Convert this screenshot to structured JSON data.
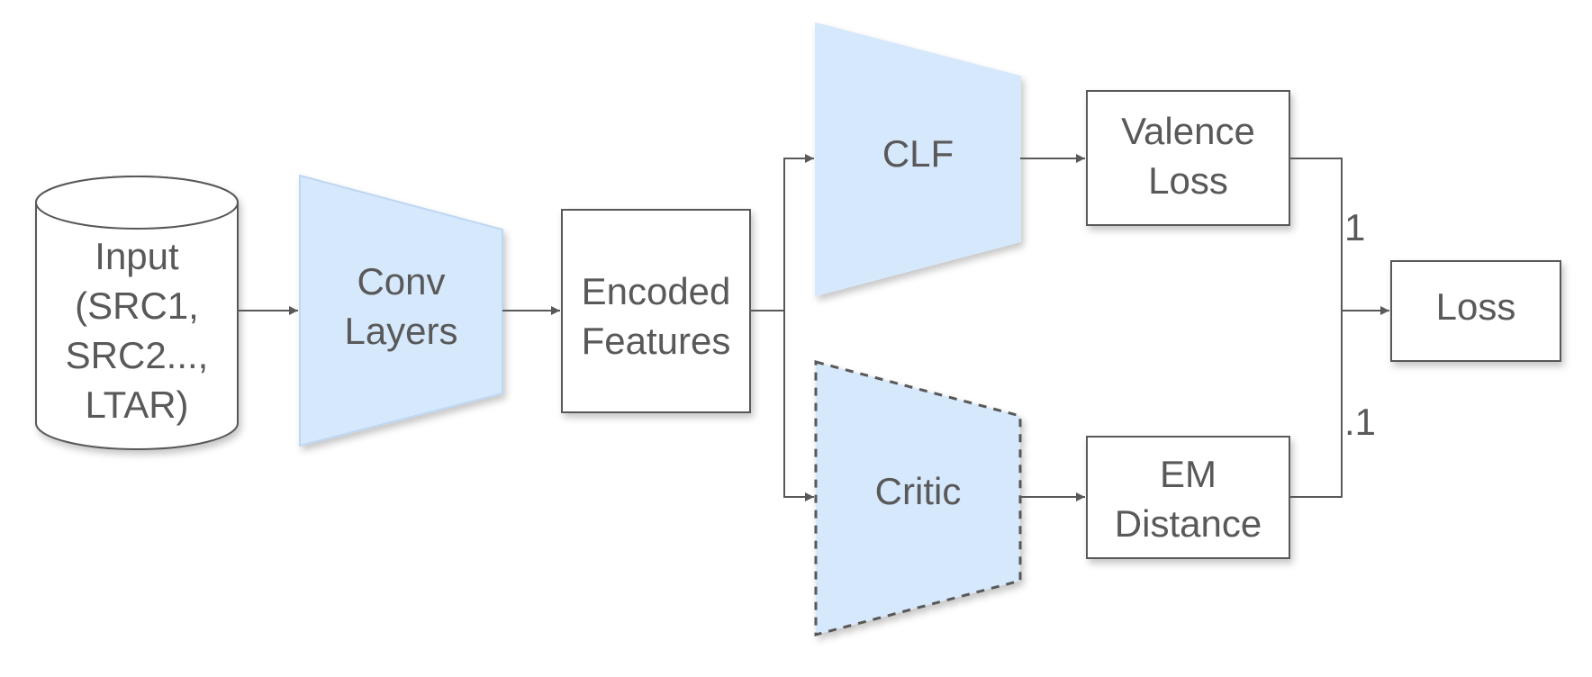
{
  "diagram": {
    "nodes": {
      "input": {
        "lines": [
          "Input",
          "(SRC1,",
          "SRC2...,",
          "LTAR)"
        ],
        "shape": "cylinder"
      },
      "conv": {
        "lines": [
          "Conv",
          "Layers"
        ],
        "shape": "trapezoid"
      },
      "encoded": {
        "lines": [
          "Encoded",
          "Features"
        ],
        "shape": "rectangle"
      },
      "clf": {
        "lines": [
          "CLF"
        ],
        "shape": "trapezoid"
      },
      "critic": {
        "lines": [
          "Critic"
        ],
        "shape": "trapezoid-dashed"
      },
      "valence_loss": {
        "lines": [
          "Valence",
          "Loss"
        ],
        "shape": "rectangle"
      },
      "em_distance": {
        "lines": [
          "EM",
          "Distance"
        ],
        "shape": "rectangle"
      },
      "loss": {
        "lines": [
          "Loss"
        ],
        "shape": "rectangle"
      }
    },
    "edges": [
      {
        "from": "input",
        "to": "conv"
      },
      {
        "from": "conv",
        "to": "encoded"
      },
      {
        "from": "encoded",
        "to": "clf"
      },
      {
        "from": "encoded",
        "to": "critic"
      },
      {
        "from": "clf",
        "to": "valence_loss"
      },
      {
        "from": "critic",
        "to": "em_distance"
      },
      {
        "from": "valence_loss",
        "to": "loss",
        "label": "1"
      },
      {
        "from": "em_distance",
        "to": "loss",
        "label": ".1"
      }
    ]
  },
  "colors": {
    "fill": "#d6e8fc",
    "stroke": "#595959",
    "text": "#595959",
    "background": "#ffffff"
  }
}
